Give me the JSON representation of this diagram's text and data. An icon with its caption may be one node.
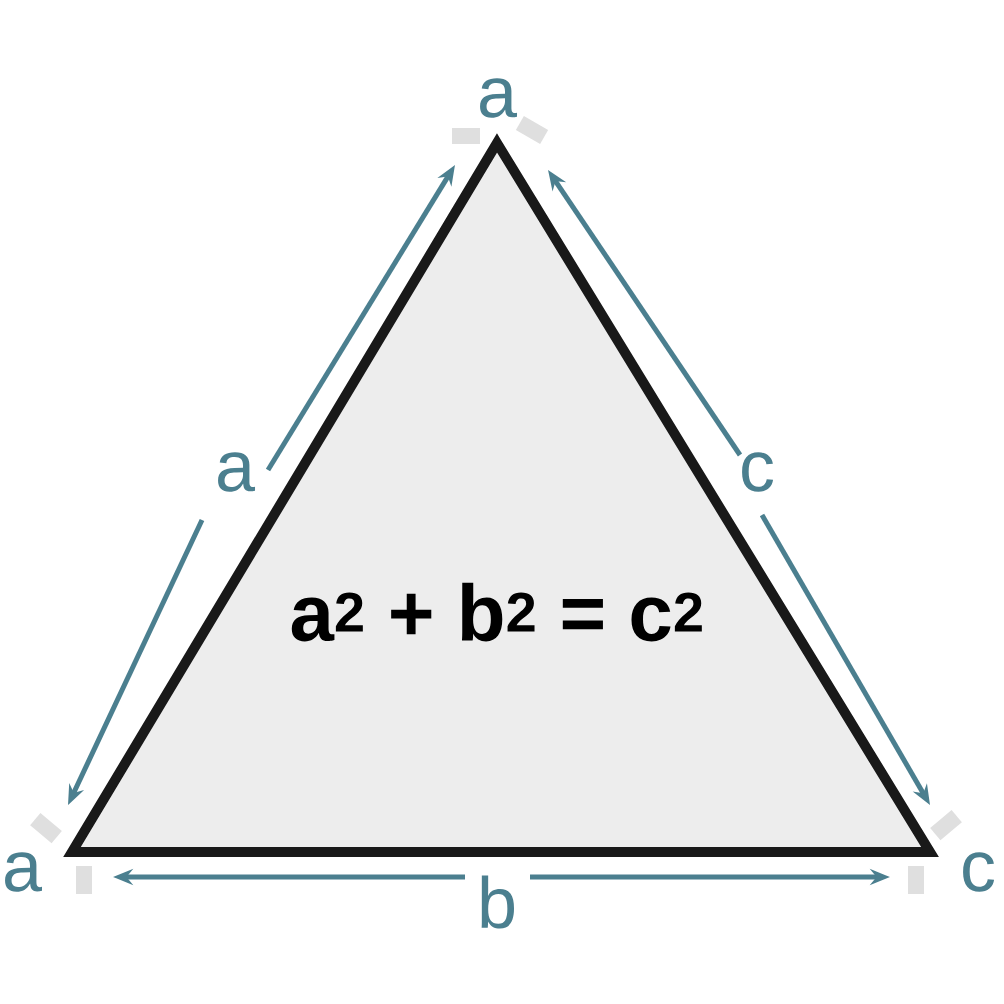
{
  "diagram": {
    "nodes": [
      {
        "text": [
          "a$^{2}$ + b$^{2}$ = c$^{2}$"
        ]
      }
    ],
    "edges": [],
    "labels": [
      "a",
      "a",
      "c",
      "a",
      "c",
      "b"
    ]
  }
}
